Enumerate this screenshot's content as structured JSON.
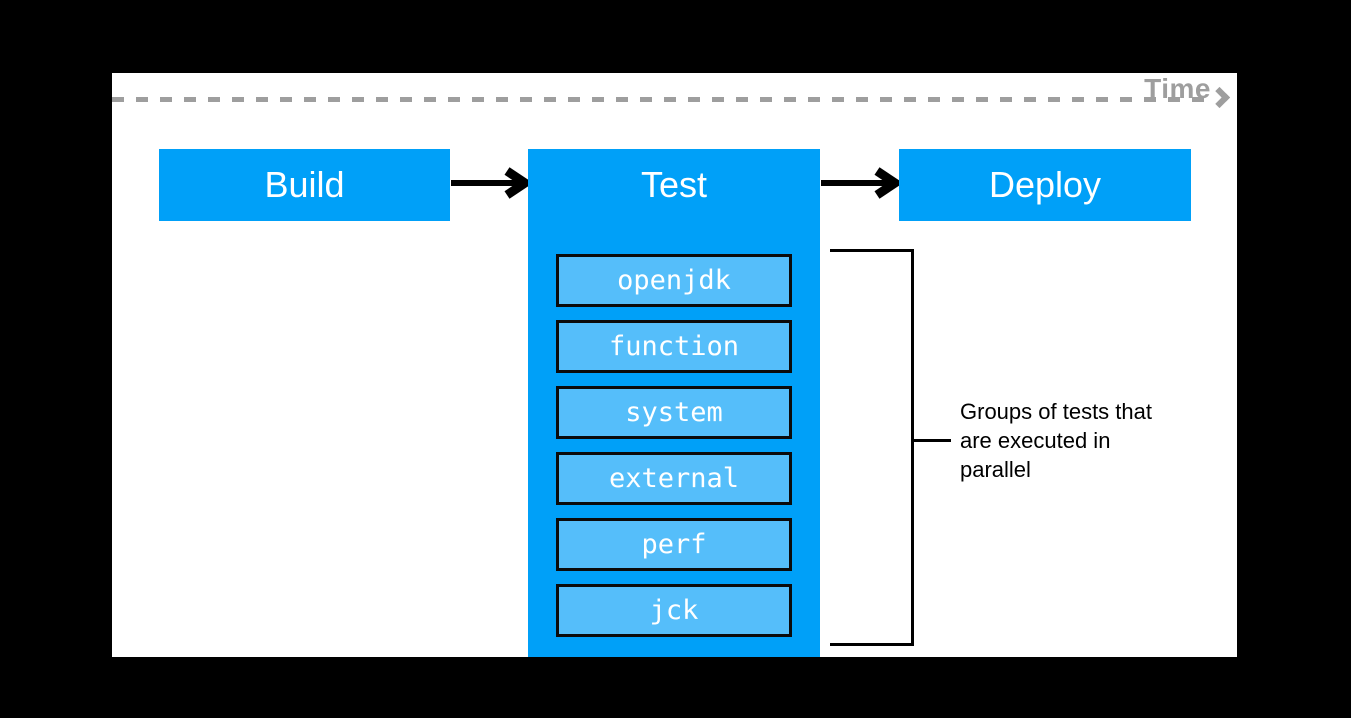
{
  "diagram": {
    "time_axis": {
      "label": "Time"
    },
    "stages": [
      {
        "label": "Build"
      },
      {
        "label": "Test"
      },
      {
        "label": "Deploy"
      }
    ],
    "test_groups": [
      {
        "label": "openjdk"
      },
      {
        "label": "function"
      },
      {
        "label": "system"
      },
      {
        "label": "external"
      },
      {
        "label": "perf"
      },
      {
        "label": "jck"
      }
    ],
    "annotation": {
      "text": "Groups of tests that are executed in parallel",
      "lines": [
        "Groups of tests that",
        "are executed in",
        "parallel"
      ]
    },
    "colors": {
      "stage_fill": "#00a0f8",
      "test_group_fill": "#55befa",
      "time_axis_gray": "#9e9e9e",
      "connector_black": "#000000",
      "canvas_white": "#ffffff",
      "frame_black": "#000000"
    }
  }
}
